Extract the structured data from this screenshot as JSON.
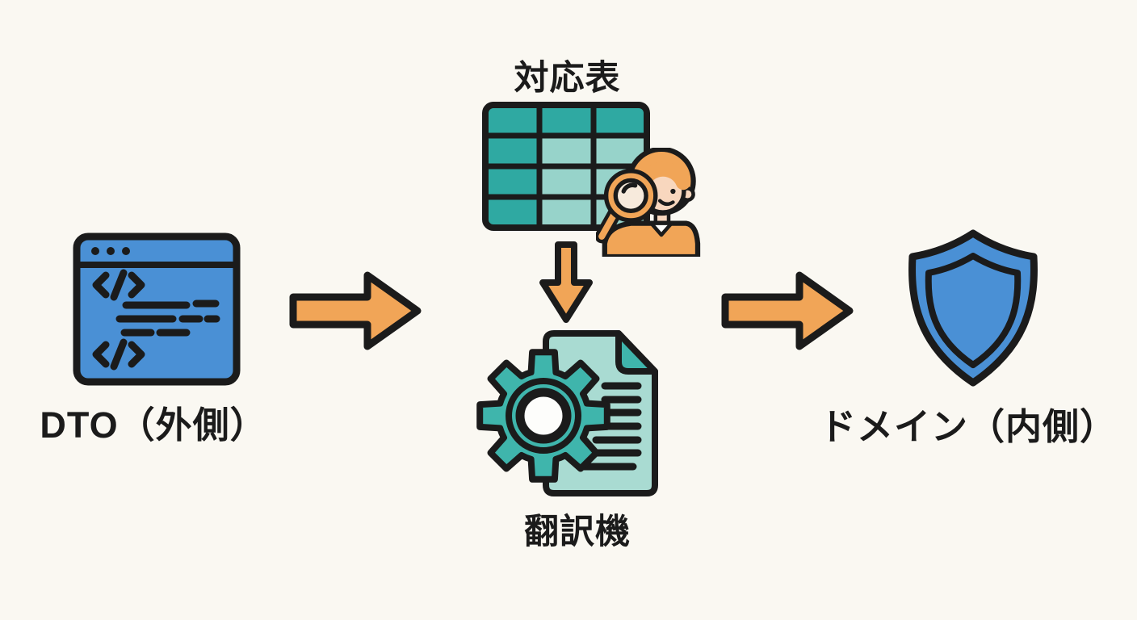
{
  "diagram": {
    "title_context": "DTO to Domain translation flow",
    "nodes": {
      "dto": {
        "label": "DTO（外側）",
        "icon": "code-window-icon"
      },
      "mapping_table": {
        "label": "対応表",
        "icon": "mapping-table-icon"
      },
      "translator": {
        "label": "翻訳機",
        "icon": "gear-document-icon"
      },
      "domain": {
        "label": "ドメイン（内側）",
        "icon": "shield-icon"
      }
    },
    "arrows": [
      {
        "id": "dto-to-mapping",
        "direction": "right"
      },
      {
        "id": "mapping-to-translator",
        "direction": "down"
      },
      {
        "id": "translator-to-domain",
        "direction": "right"
      }
    ],
    "colors": {
      "background": "#FAF8F2",
      "outline": "#1B1B1B",
      "blue": "#4A90D5",
      "orange": "#F1A557",
      "teal_dark": "#2FA9A2",
      "teal_light": "#97D3CA",
      "gear_teal": "#3FB5AC",
      "document_fill": "#A9DBD2",
      "skin": "#F8D7BE",
      "lens": "#F7EADC",
      "white": "#FDFDFB"
    }
  }
}
